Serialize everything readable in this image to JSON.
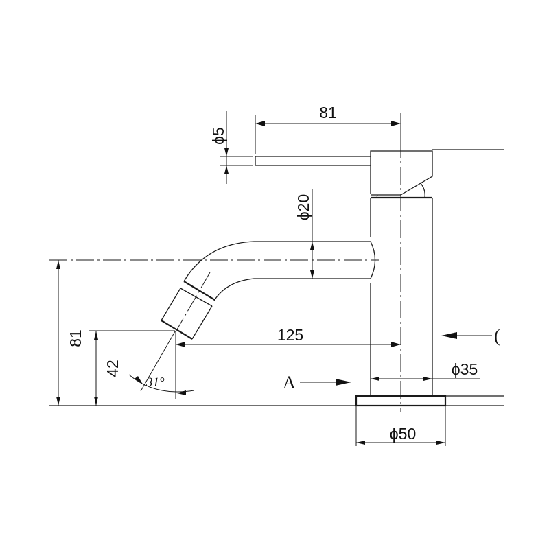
{
  "drawing": {
    "subject": "basin faucet side elevation",
    "line_color": "#1a1a1a",
    "background": "#ffffff"
  },
  "dimensions": {
    "lever_diameter": "ϕ5",
    "lever_length": "81",
    "spout_diameter": "ϕ20",
    "overall_height": "81",
    "outlet_height": "42",
    "spout_reach": "125",
    "outlet_angle": "31°",
    "body_diameter": "ϕ35",
    "base_diameter": "ϕ50"
  },
  "view_markers": {
    "left": "A",
    "right": "("
  }
}
